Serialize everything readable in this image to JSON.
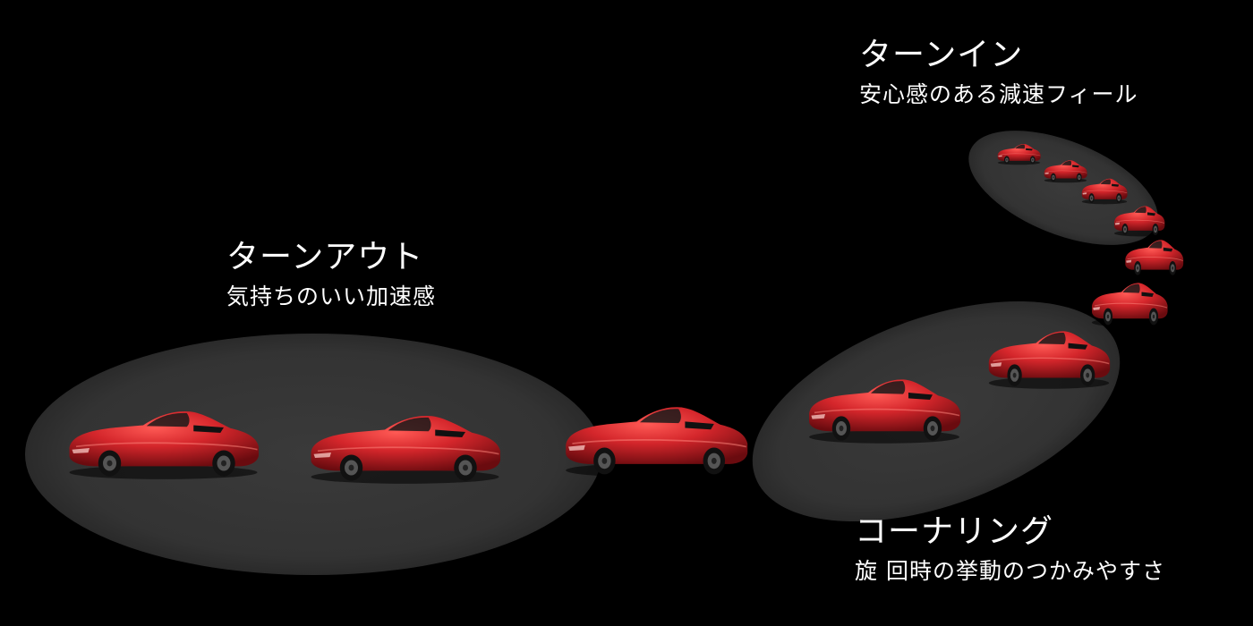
{
  "phases": {
    "turn_in": {
      "title": "ターンイン",
      "subtitle": "安心感のある減速フィール"
    },
    "turn_out": {
      "title": "ターンアウト",
      "subtitle": "気持ちのいい加速感"
    },
    "cornering": {
      "title": "コーナリング",
      "subtitle": "旋 回時の挙動のつかみやすさ"
    }
  },
  "colors": {
    "background": "#000000",
    "spotlight": "#333333",
    "car_body": "#d42a2e",
    "car_shadow": "#7a0e12",
    "text": "#ffffff"
  }
}
